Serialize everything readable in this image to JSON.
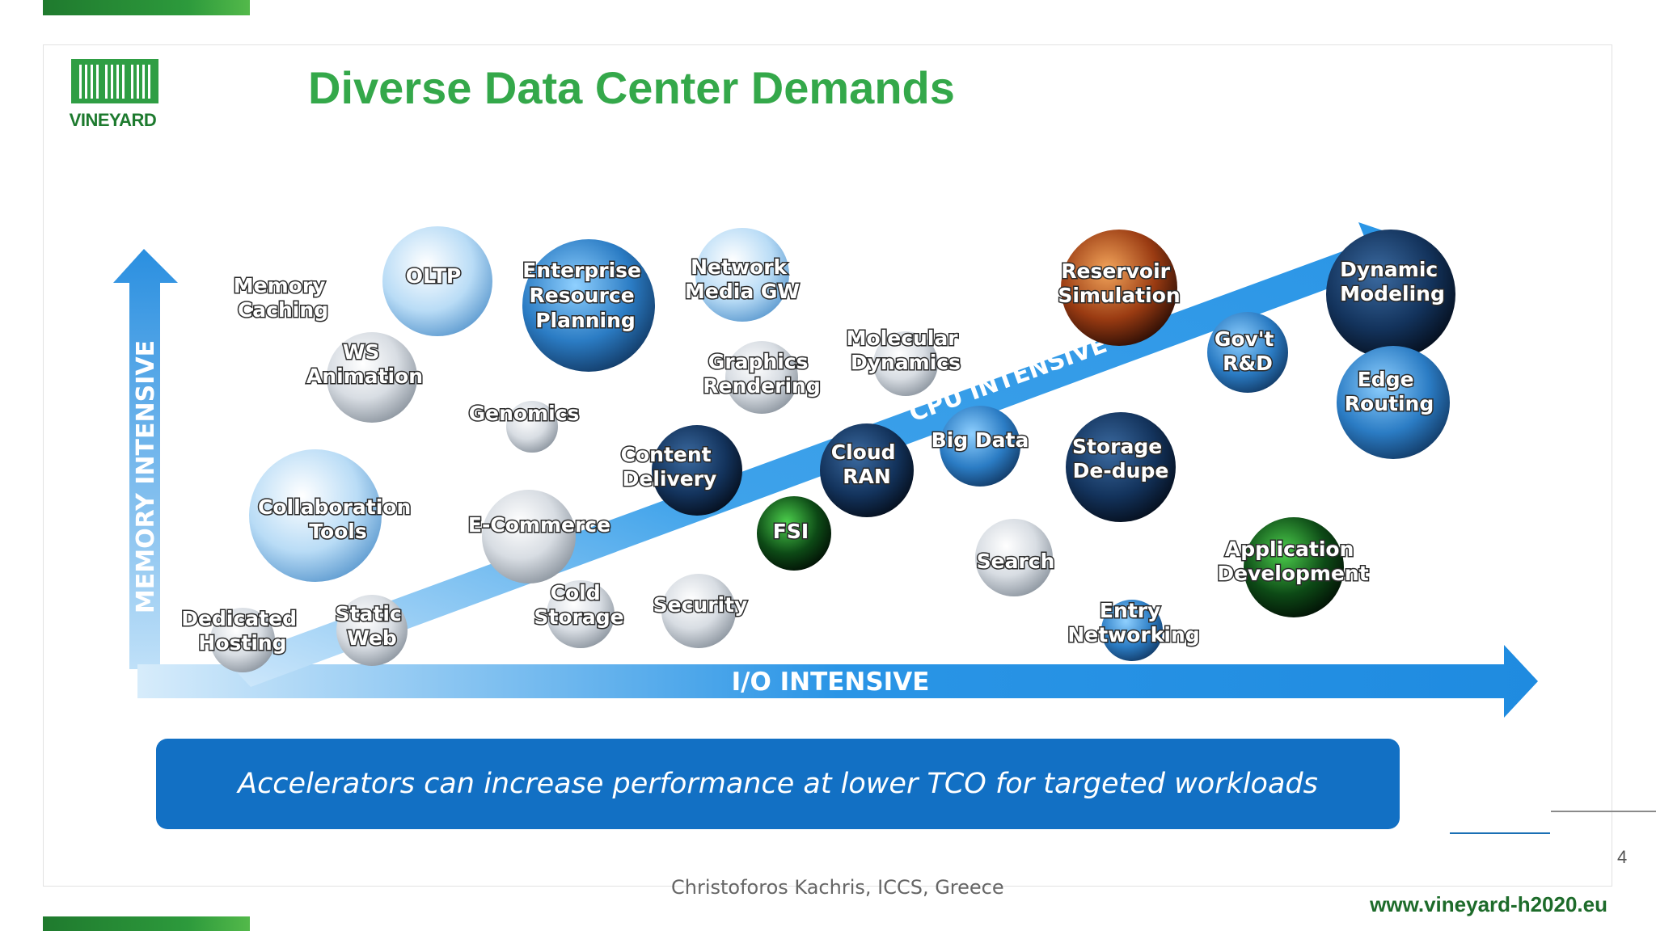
{
  "slide": {
    "title": "Diverse Data Center Demands",
    "logo_text": "VINEYARD",
    "page_number": "4",
    "author": "Christoforos Kachris, ICCS, Greece",
    "website": "www.vineyard-h2020.eu"
  },
  "diagram": {
    "y_axis_label": "MEMORY INTENSIVE",
    "x_axis_label": "I/O INTENSIVE",
    "diagonal_label": "CPU INTENSIVE",
    "workloads": [
      {
        "line1": "Memory",
        "line2": "Caching"
      },
      {
        "line1": "OLTP",
        "line2": ""
      },
      {
        "line1": "Enterprise",
        "line2": "Resource",
        "line3": "Planning"
      },
      {
        "line1": "Network",
        "line2": "Media GW"
      },
      {
        "line1": "WS",
        "line2": "Animation"
      },
      {
        "line1": "Graphics",
        "line2": "Rendering"
      },
      {
        "line1": "Molecular",
        "line2": "Dynamics"
      },
      {
        "line1": "Reservoir",
        "line2": "Simulation"
      },
      {
        "line1": "Gov't",
        "line2": "R&D"
      },
      {
        "line1": "Dynamic",
        "line2": "Modeling"
      },
      {
        "line1": "Edge",
        "line2": "Routing"
      },
      {
        "line1": "Genomics",
        "line2": ""
      },
      {
        "line1": "Content",
        "line2": "Delivery"
      },
      {
        "line1": "Cloud",
        "line2": "RAN"
      },
      {
        "line1": "Big Data",
        "line2": ""
      },
      {
        "line1": "Storage",
        "line2": "De-dupe"
      },
      {
        "line1": "Collaboration",
        "line2": "Tools"
      },
      {
        "line1": "E-Commerce",
        "line2": ""
      },
      {
        "line1": "FSI",
        "line2": ""
      },
      {
        "line1": "Search",
        "line2": ""
      },
      {
        "line1": "Application",
        "line2": "Development"
      },
      {
        "line1": "Cold",
        "line2": "Storage"
      },
      {
        "line1": "Security",
        "line2": ""
      },
      {
        "line1": "Entry",
        "line2": "Networking"
      },
      {
        "line1": "Dedicated",
        "line2": "Hosting"
      },
      {
        "line1": "Static",
        "line2": "Web"
      }
    ],
    "banner": "Accelerators can increase performance at lower TCO for targeted workloads"
  }
}
